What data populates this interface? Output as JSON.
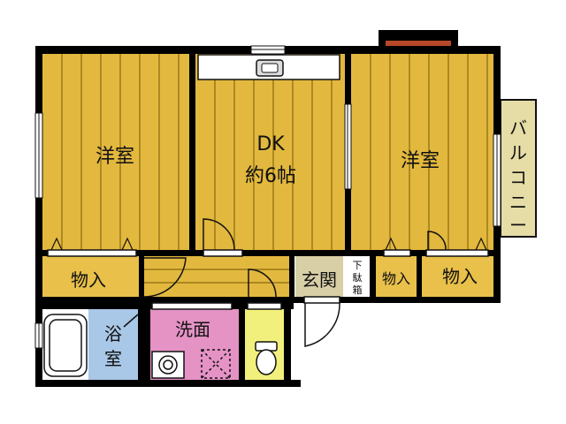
{
  "rooms": {
    "western_left": "洋室",
    "dk_title": "DK",
    "dk_size": "約6帖",
    "western_right": "洋室",
    "storage_left": "物入",
    "genkan": "玄関",
    "geta_1": "下",
    "geta_2": "駄",
    "geta_3": "箱",
    "storage_mid": "物入",
    "storage_right": "物入",
    "balcony": [
      "バ",
      "ル",
      "コ",
      "ニ",
      "ー"
    ],
    "bath_1": "浴",
    "bath_2": "室",
    "washroom": "洗面"
  },
  "colors": {
    "wall": "#000000",
    "wood_floor": "#E2B83E",
    "wood_line": "#8A6A10",
    "storage": "#E8C04A",
    "genkan": "#D9CFA7",
    "bath": "#A9C7E6",
    "wash": "#E592C5",
    "toilet": "#F2F07C",
    "balcony": "#E6DCA6",
    "brick": "#B8482A"
  }
}
